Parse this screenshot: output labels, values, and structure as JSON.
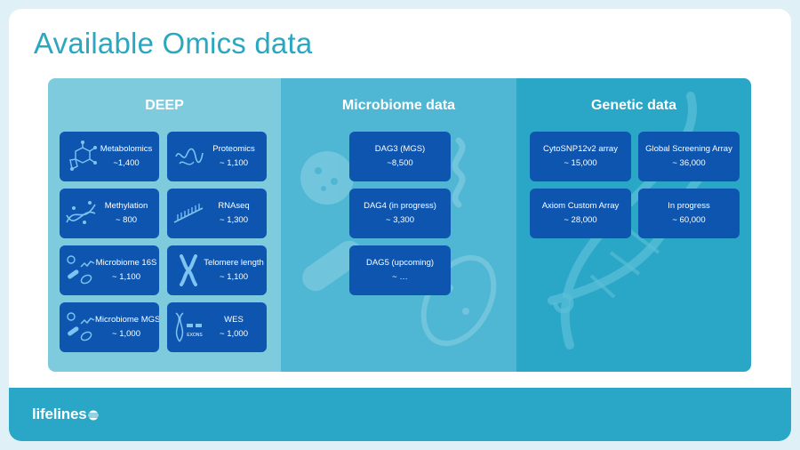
{
  "title": "Available Omics data",
  "panels": {
    "deep": {
      "title": "DEEP",
      "cards": [
        {
          "label": "Metabolomics",
          "value": "~1,400",
          "icon": "molecule-icon"
        },
        {
          "label": "Proteomics",
          "value": "~ 1,100",
          "icon": "protein-icon"
        },
        {
          "label": "Methylation",
          "value": "~ 800",
          "icon": "dna-methylation-icon"
        },
        {
          "label": "RNAseq",
          "value": "~ 1,300",
          "icon": "rna-strand-icon"
        },
        {
          "label": "Microbiome 16S",
          "value": "~ 1,100",
          "icon": "microbe-icon"
        },
        {
          "label": "Telomere length",
          "value": "~ 1,100",
          "icon": "chromosome-icon"
        },
        {
          "label": "Microbiome MGS",
          "value": "~ 1,000",
          "icon": "microbe-icon"
        },
        {
          "label": "WES",
          "value": "~ 1,000",
          "icon": "exons-icon"
        }
      ]
    },
    "microbiome": {
      "title": "Microbiome data",
      "cards": [
        {
          "label": "DAG3 (MGS)",
          "value": "~8,500"
        },
        {
          "label": "DAG4 (in progress)",
          "value": "~ 3,300"
        },
        {
          "label": "DAG5 (upcoming)",
          "value": "~ …"
        }
      ]
    },
    "genetic": {
      "title": "Genetic data",
      "cards": [
        {
          "label": "CytoSNP12v2 array",
          "value": "~ 15,000"
        },
        {
          "label": "Global Screening Array",
          "value": "~ 36,000"
        },
        {
          "label": "Axiom Custom Array",
          "value": "~ 28,000"
        },
        {
          "label": "In progress",
          "value": "~ 60,000"
        }
      ]
    }
  },
  "footer": {
    "logo": "lifelines"
  },
  "colors": {
    "title": "#2ba7bf",
    "deep_bg": "#7ecbde",
    "microbiome_bg": "#4fb7d4",
    "genetic_bg": "#2aa6c6",
    "card": "#0e55b0",
    "footer": "#2aa6c6"
  }
}
